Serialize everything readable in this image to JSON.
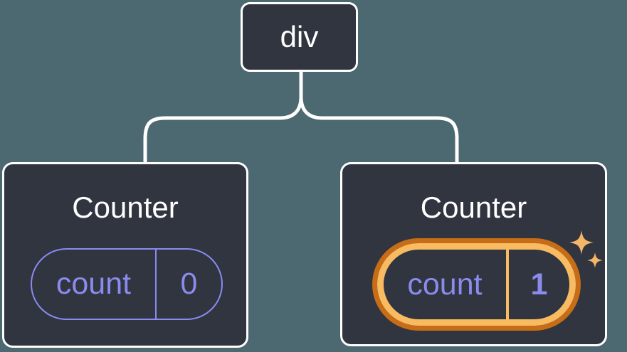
{
  "colors": {
    "background": "#4c6870",
    "card_bg": "#30353f",
    "line": "#ffffff",
    "text_primary": "#ffffff",
    "accent": "#8a8af0",
    "accent_text": "#8b8bee",
    "highlight_outer": "#c76d17",
    "highlight_inner": "#f9bb61",
    "sparkle": "#f6b667"
  },
  "tree": {
    "root": {
      "label": "div"
    },
    "children": [
      {
        "title": "Counter",
        "state": {
          "key": "count",
          "value": "0"
        },
        "highlighted": false
      },
      {
        "title": "Counter",
        "state": {
          "key": "count",
          "value": "1"
        },
        "highlighted": true
      }
    ]
  },
  "icons": {
    "sparkle": "four-pointed-star"
  }
}
